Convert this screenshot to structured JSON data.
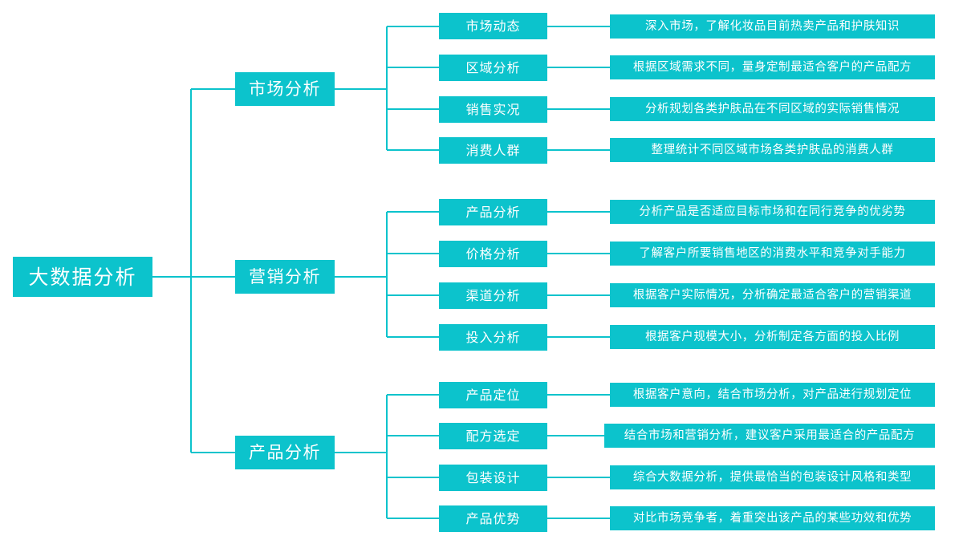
{
  "diagram": {
    "type": "mind-map",
    "title": "大数据分析",
    "accent_color": "#0CC3CC",
    "line_color": "#0CC3CC",
    "text_color": "#FFFFFF",
    "background_color": "#FFFFFF"
  },
  "root": {
    "label": "大数据分析"
  },
  "branches": [
    {
      "label": "市场分析",
      "topics": [
        {
          "label": "市场动态",
          "detail": "深入市场，了解化妆品目前热卖产品和护肤知识"
        },
        {
          "label": "区域分析",
          "detail": "根据区域需求不同，量身定制最适合客户的产品配方"
        },
        {
          "label": "销售实况",
          "detail": "分析规划各类护肤品在不同区域的实际销售情况"
        },
        {
          "label": "消费人群",
          "detail": "整理统计不同区域市场各类护肤品的消费人群"
        }
      ]
    },
    {
      "label": "营销分析",
      "topics": [
        {
          "label": "产品分析",
          "detail": "分析产品是否适应目标市场和在同行竞争的优劣势"
        },
        {
          "label": "价格分析",
          "detail": "了解客户所要销售地区的消费水平和竞争对手能力"
        },
        {
          "label": "渠道分析",
          "detail": "根据客户实际情况，分析确定最适合客户的营销渠道"
        },
        {
          "label": "投入分析",
          "detail": "根据客户规模大小，分析制定各方面的投入比例"
        }
      ]
    },
    {
      "label": "产品分析",
      "topics": [
        {
          "label": "产品定位",
          "detail": "根据客户意向，结合市场分析，对产品进行规划定位"
        },
        {
          "label": "配方选定",
          "detail": "结合市场和营销分析，建议客户采用最适合的产品配方"
        },
        {
          "label": "包装设计",
          "detail": "综合大数据分析，提供最恰当的包装设计风格和类型"
        },
        {
          "label": "产品优势",
          "detail": "对比市场竞争者，着重突出该产品的某些功效和优势"
        }
      ]
    }
  ]
}
